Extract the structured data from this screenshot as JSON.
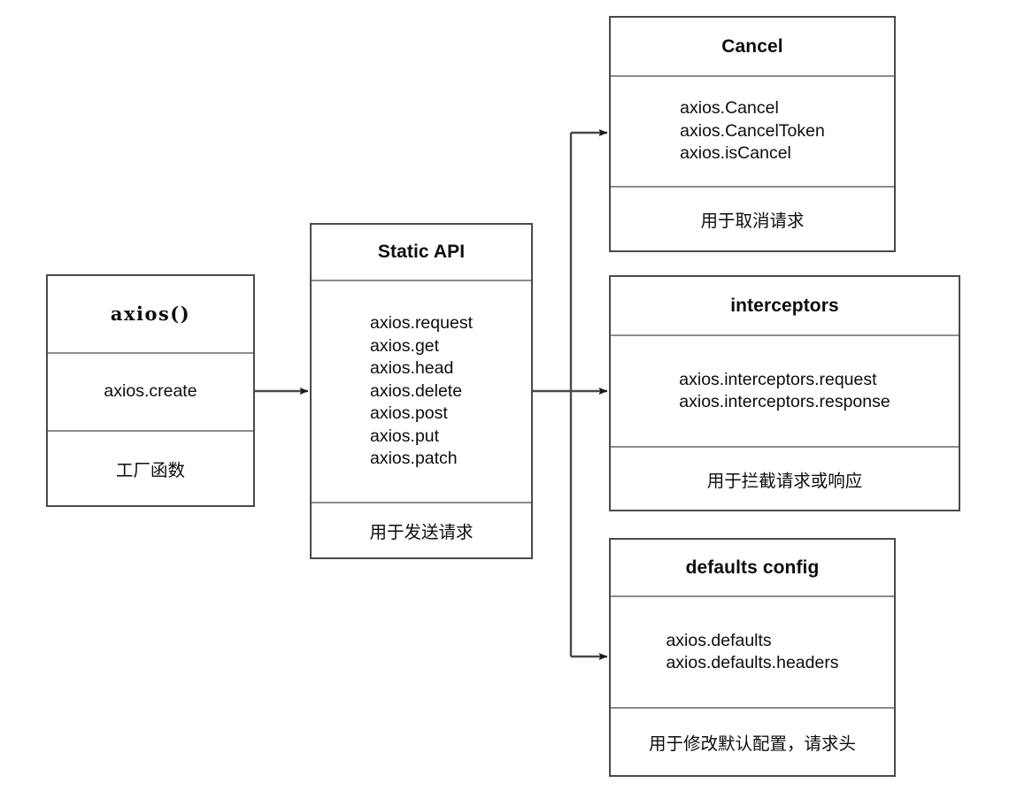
{
  "diagram": {
    "title": "axios API structure",
    "background": "#ffffff",
    "line_color": "#4a4a4a",
    "divider_color": "#8c8c8c",
    "text_color": "#0d0d0d"
  },
  "nodes": {
    "axios_factory": {
      "header": "axios()",
      "body": "axios.create",
      "note": "工厂函数"
    },
    "static_api": {
      "header": "Static API",
      "body": "axios.request\naxios.get\naxios.head\naxios.delete\naxios.post\naxios.put\naxios.patch",
      "note": "用于发送请求"
    },
    "cancel": {
      "header": "Cancel",
      "body": "axios.Cancel\naxios.CancelToken\naxios.isCancel",
      "note": "用于取消请求"
    },
    "interceptors": {
      "header": "interceptors",
      "body": "axios.interceptors.request\naxios.interceptors.response",
      "note": "用于拦截请求或响应"
    },
    "defaults_config": {
      "header": "defaults config",
      "body": "axios.defaults\naxios.defaults.headers",
      "note": "用于修改默认配置，请求头"
    }
  },
  "edges": [
    {
      "name": "axios-factory-to-static-api",
      "from": "axios_factory",
      "to": "static_api",
      "style": "straight-arrow"
    },
    {
      "name": "static-api-to-cancel",
      "from": "static_api",
      "to": "cancel",
      "style": "elbow-arrow"
    },
    {
      "name": "static-api-to-interceptors",
      "from": "static_api",
      "to": "interceptors",
      "style": "straight-arrow"
    },
    {
      "name": "static-api-to-defaults-config",
      "from": "static_api",
      "to": "defaults_config",
      "style": "elbow-arrow"
    }
  ]
}
